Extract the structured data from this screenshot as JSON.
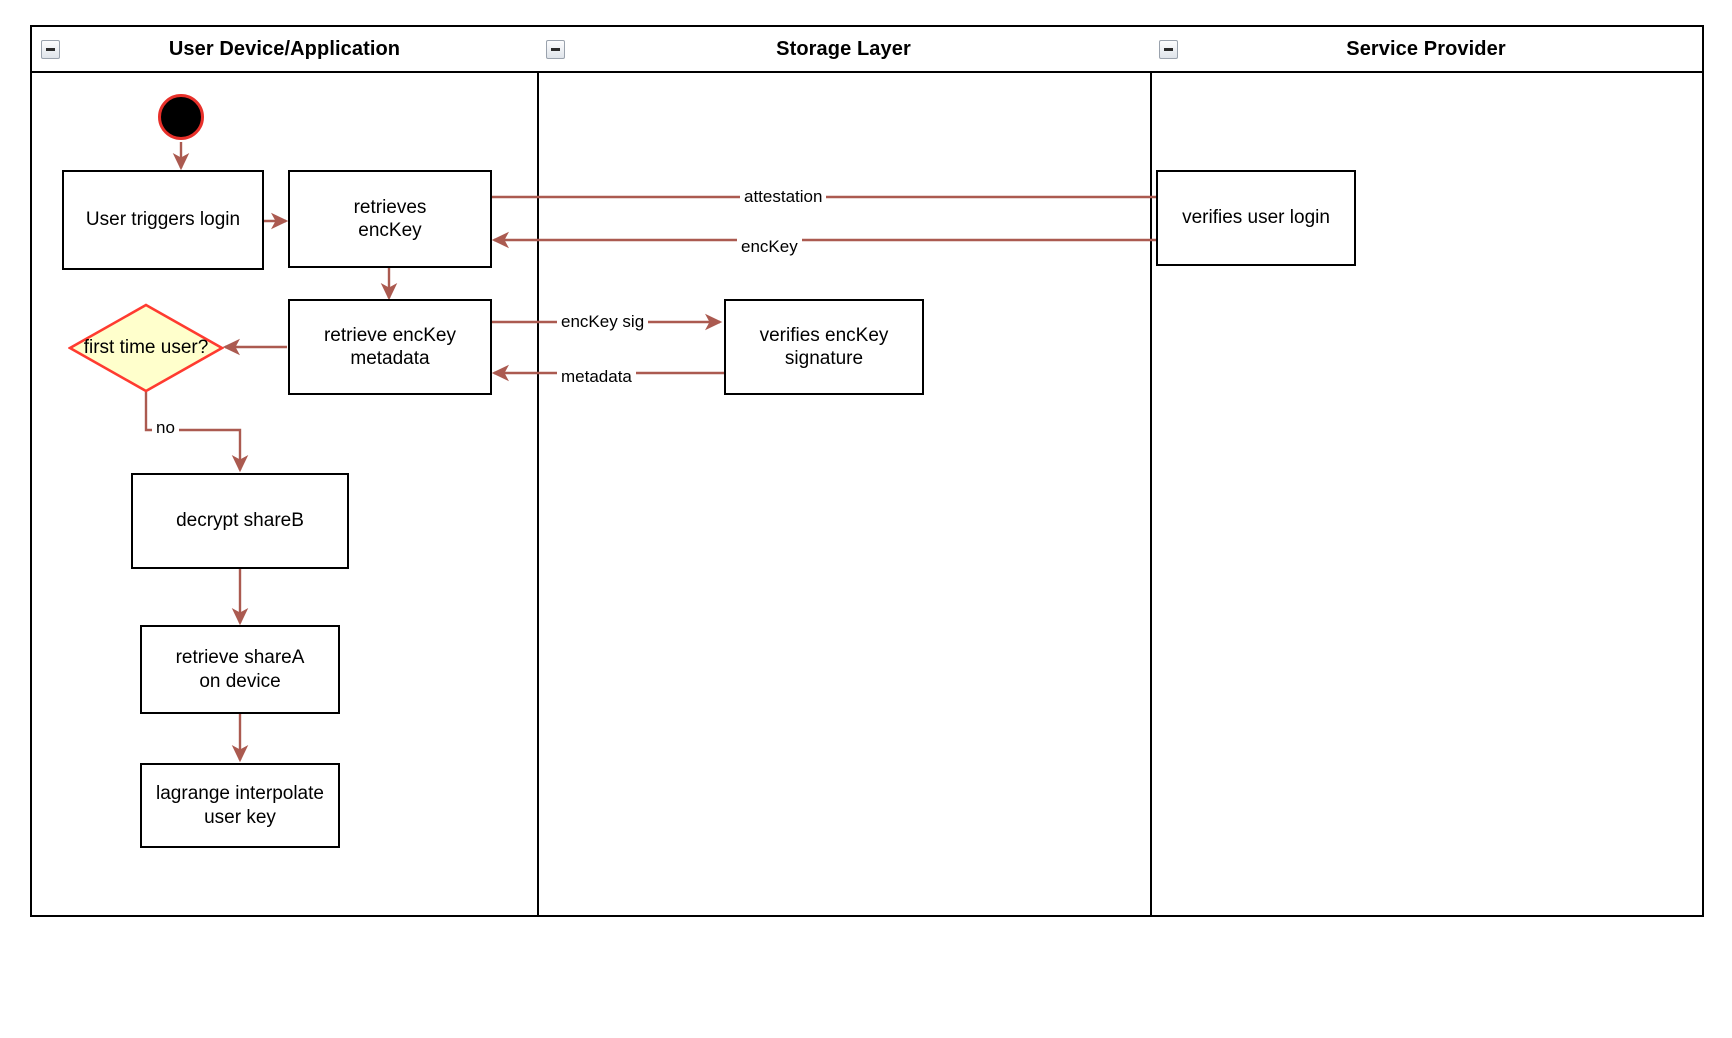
{
  "diagram": {
    "type": "swimlane-activity-diagram",
    "lanes": [
      {
        "id": "user-device",
        "title": "User Device/Application",
        "collapse_icon": "minus-box-icon"
      },
      {
        "id": "storage-layer",
        "title": "Storage Layer",
        "collapse_icon": "minus-box-icon"
      },
      {
        "id": "service-provider",
        "title": "Service Provider",
        "collapse_icon": "minus-box-icon"
      }
    ],
    "nodes": [
      {
        "id": "start",
        "lane": "user-device",
        "shape": "start-circle",
        "label": ""
      },
      {
        "id": "user-triggers-login",
        "lane": "user-device",
        "shape": "rect",
        "label": "User triggers login"
      },
      {
        "id": "retrieves-enckey",
        "lane": "user-device",
        "shape": "rect",
        "label_line1": "retrieves",
        "label_line2": "encKey"
      },
      {
        "id": "retrieve-enckey-metadata",
        "lane": "user-device",
        "shape": "rect",
        "label_line1": "retrieve encKey",
        "label_line2": "metadata"
      },
      {
        "id": "first-time-user",
        "lane": "user-device",
        "shape": "diamond",
        "label_line1": "first time",
        "label_line2": "user?"
      },
      {
        "id": "decrypt-shareb",
        "lane": "user-device",
        "shape": "rect",
        "label": "decrypt shareB"
      },
      {
        "id": "retrieve-sharea-on-device",
        "lane": "user-device",
        "shape": "rect",
        "label_line1": "retrieve shareA",
        "label_line2": "on device"
      },
      {
        "id": "lagrange-interpolate-user-key",
        "lane": "user-device",
        "shape": "rect",
        "label_line1": "lagrange interpolate",
        "label_line2": "user key"
      },
      {
        "id": "verifies-enckey-signature",
        "lane": "storage-layer",
        "shape": "rect",
        "label_line1": "verifies encKey",
        "label_line2": "signature"
      },
      {
        "id": "verifies-user-login",
        "lane": "service-provider",
        "shape": "rect",
        "label": "verifies user login"
      }
    ],
    "edges": [
      {
        "id": "e-start-login",
        "from": "start",
        "to": "user-triggers-login",
        "label": ""
      },
      {
        "id": "e-login-retrieves",
        "from": "user-triggers-login",
        "to": "retrieves-enckey",
        "label": ""
      },
      {
        "id": "e-attestation",
        "from": "retrieves-enckey",
        "to": "verifies-user-login",
        "label": "attestation"
      },
      {
        "id": "e-enckey",
        "from": "verifies-user-login",
        "to": "retrieves-enckey",
        "label": "encKey"
      },
      {
        "id": "e-retrieves-metadata",
        "from": "retrieves-enckey",
        "to": "retrieve-enckey-metadata",
        "label": ""
      },
      {
        "id": "e-enckey-sig",
        "from": "retrieve-enckey-metadata",
        "to": "verifies-enckey-signature",
        "label": "encKey sig"
      },
      {
        "id": "e-metadata",
        "from": "verifies-enckey-signature",
        "to": "retrieve-enckey-metadata",
        "label": "metadata"
      },
      {
        "id": "e-metadata-decision",
        "from": "retrieve-enckey-metadata",
        "to": "first-time-user",
        "label": ""
      },
      {
        "id": "e-no",
        "from": "first-time-user",
        "to": "decrypt-shareb",
        "label": "no"
      },
      {
        "id": "e-shareb-sharea",
        "from": "decrypt-shareb",
        "to": "retrieve-sharea-on-device",
        "label": ""
      },
      {
        "id": "e-sharea-lagrange",
        "from": "retrieve-sharea-on-device",
        "to": "lagrange-interpolate-user-key",
        "label": ""
      }
    ],
    "colors": {
      "edge": "#ab5a50",
      "node_border": "#000000",
      "node_fill": "#ffffff",
      "decision_fill": "#ffffcc",
      "decision_border": "#ff3b30",
      "start_fill": "#000000",
      "start_border": "#e8302a",
      "lane_border": "#000000",
      "text": "#000000"
    }
  }
}
